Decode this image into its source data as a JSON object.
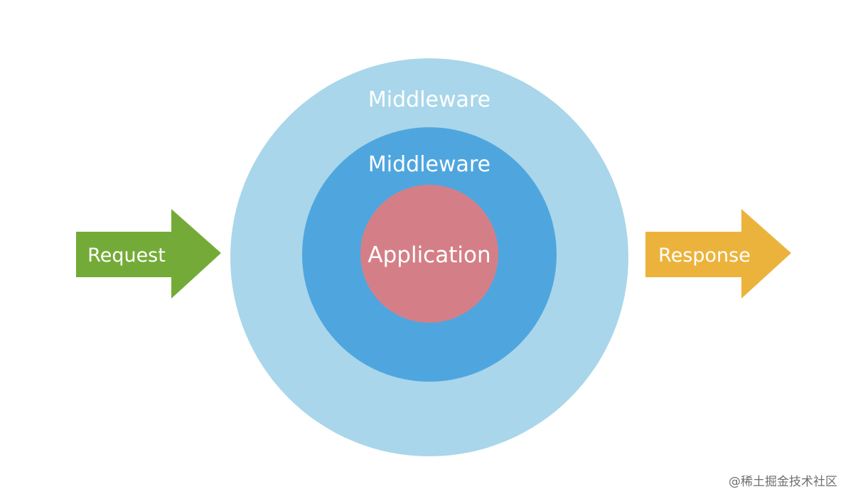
{
  "diagram": {
    "outer_label": "Middleware",
    "inner_label": "Middleware",
    "core_label": "Application",
    "input_label": "Request",
    "output_label": "Response"
  },
  "watermark": "@稀土掘金技术社区",
  "colors": {
    "outer_ring": "#a9d6ea",
    "inner_ring": "#4fa6df",
    "core": "#d47f87",
    "request_arrow": "#74ab38",
    "response_arrow": "#ecb33c",
    "label_text": "#ffffff",
    "watermark_text": "#6f6f6f"
  }
}
